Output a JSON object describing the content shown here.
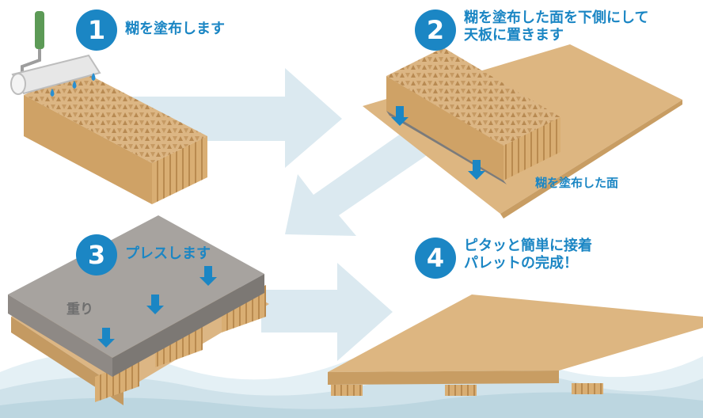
{
  "colors": {
    "step_blue": "#1b86c4",
    "flow_arrow": "#dbe9f0",
    "cardboard": "#d9b481",
    "weight_gray": "#a7a39f",
    "down_arrow": "#1b86c4",
    "wave_light": "#e4f0f5"
  },
  "steps": [
    {
      "number": "1",
      "lines": [
        "糊を塗布します"
      ]
    },
    {
      "number": "2",
      "lines": [
        "糊を塗布した面を下側にして",
        "天板に置きます"
      ]
    },
    {
      "number": "3",
      "lines": [
        "プレスします"
      ]
    },
    {
      "number": "4",
      "lines": [
        "ピタッと簡単に接着",
        "パレットの完成！"
      ]
    }
  ],
  "labels": {
    "glued_surface": "糊を塗布した面",
    "weight": "重り"
  },
  "icons": [
    "paint-roller-icon",
    "glue-drop-icon",
    "down-arrow-icon",
    "flow-arrow-icon"
  ]
}
